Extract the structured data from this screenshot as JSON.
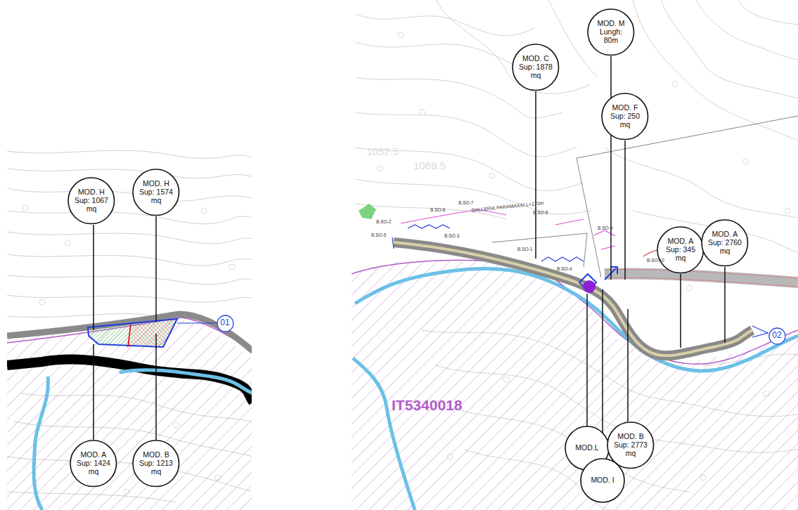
{
  "diagram": {
    "nodes": [
      {
        "text": [
          "MOD. H",
          "Sup: 1067 mq"
        ]
      },
      {
        "text": [
          "MOD. H",
          "Sup: 1574 mq"
        ]
      },
      {
        "text": [
          "MOD. A",
          "Sup: 1424 mq"
        ]
      },
      {
        "text": [
          "MOD. B",
          "Sup: 1213 mq"
        ]
      },
      {
        "text": [
          "01"
        ]
      },
      {
        "text": [
          "MOD. M",
          "Lungh: 80m"
        ]
      },
      {
        "text": [
          "MOD. C",
          "Sup: 1878 mq"
        ]
      },
      {
        "text": [
          "MOD. F",
          "Sup: 250 mq"
        ]
      },
      {
        "text": [
          "MOD. A",
          "Sup: 345 mq"
        ]
      },
      {
        "text": [
          "MOD. A",
          "Sup: 2760 mq"
        ]
      },
      {
        "text": [
          "02"
        ]
      },
      {
        "text": [
          "MOD.L"
        ]
      },
      {
        "text": [
          "MOD. B",
          "Sup: 2773 mq"
        ]
      },
      {
        "text": [
          "MOD. I"
        ]
      }
    ],
    "labels": [
      "IT5340018",
      "1052.5",
      "1069.5",
      "GALLERIA PARAMASSI L=170m",
      "B.SO-2",
      "B.SO-5",
      "B.SO-6",
      "B.SO-7",
      "B.SO-3",
      "B.SO-8",
      "B.SO-1",
      "B.SO-4",
      "B.SO-9",
      "B.SO-10"
    ]
  }
}
